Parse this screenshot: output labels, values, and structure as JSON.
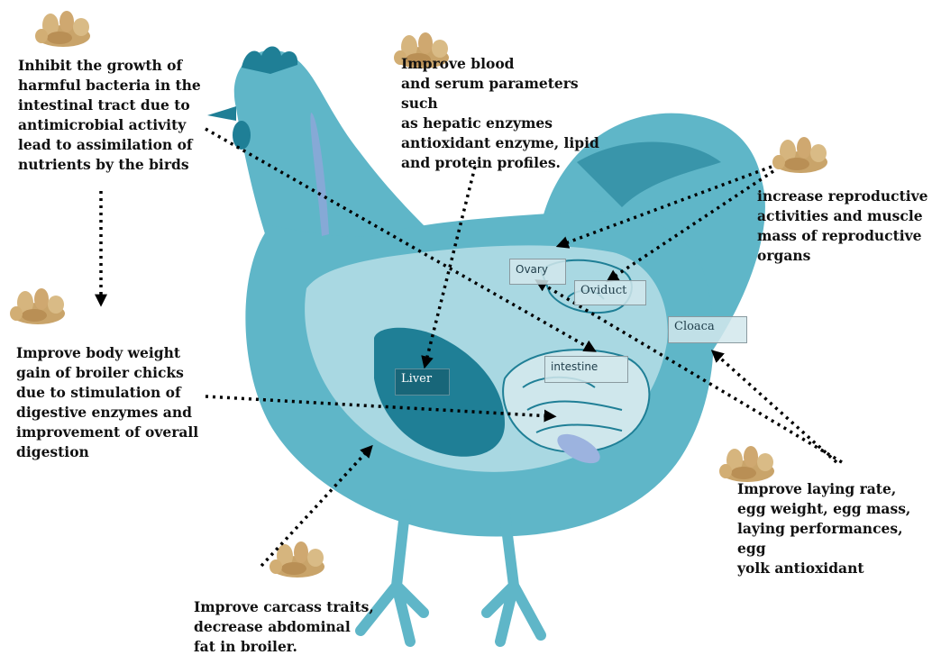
{
  "labels": {
    "antimicrobial": "Inhibit the growth of\nharmful  bacteria in the\nintestinal  tract due to\nantimicrobial activity\nlead to assimilation of\nnutrients  by the birds",
    "blood": "Improve blood\nand serum parameters such\nas hepatic enzymes\nantioxidant enzyme, lipid\nand protein profiles.",
    "reproductive": "increase reproductive\nactivities  and muscle\nmass of reproductive\norgans",
    "body_weight": "Improve  body weight\ngain of broiler chicks\ndue to stimulation of\ndigestive enzymes and\nimprovement of overall\ndigestion",
    "laying": "Improve laying rate,\negg weight,  egg mass,\nlaying performances, egg\nyolk antioxidant",
    "carcass": "Improve carcass traits,\ndecrease abdominal\nfat in broiler."
  },
  "organs": {
    "ovary": "Ovary",
    "oviduct": "Oviduct",
    "cloaca": "Cloaca",
    "liver": "Liver",
    "intestine": "intestine"
  },
  "colors": {
    "chicken_body": "#5fb6c8",
    "chicken_light": "#a9d8e2",
    "chicken_dark": "#1f7f96",
    "ginger": "#c9a46a",
    "arrow": "#000000"
  },
  "icons": [
    "ginger-root-icon"
  ]
}
